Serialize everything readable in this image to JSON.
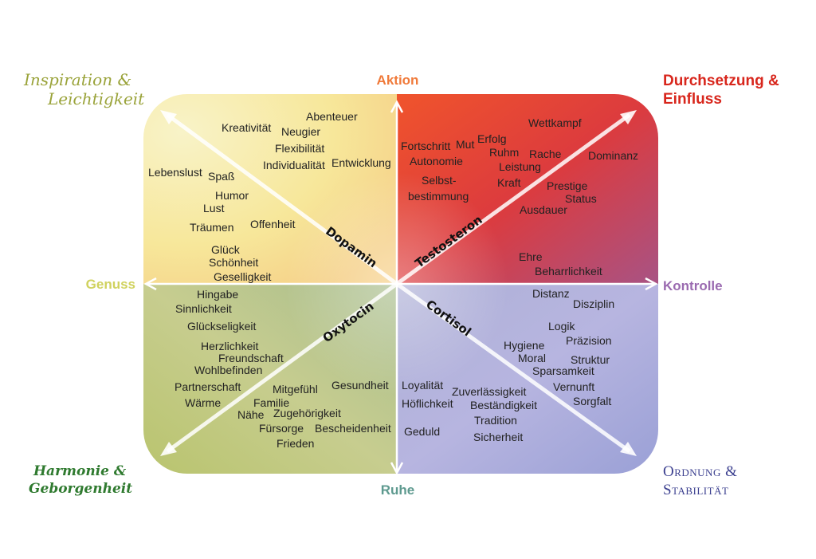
{
  "corners": {
    "top_left": [
      "Inspiration &",
      "Leichtigkeit"
    ],
    "top_right": [
      "Durchsetzung &",
      "Einfluss"
    ],
    "bottom_left": [
      "Harmonie &",
      "Geborgenheit"
    ],
    "bottom_right": [
      "Ordnung &",
      "Stabilität"
    ]
  },
  "axes": {
    "top": "Aktion",
    "bottom": "Ruhe",
    "left": "Genuss",
    "right": "Kontrolle"
  },
  "hormones": {
    "top_left": "Dopamin",
    "top_right": "Testosteron",
    "bottom_left": "Oxytocin",
    "bottom_right": "Cortisol"
  },
  "colors": {
    "tl_fill": "#f7e79a",
    "tr_fill": "#d9423a",
    "bl_fill": "#c4c77e",
    "br_fill": "#a6a8da",
    "axis_top": "#f07a3a",
    "axis_bottom": "#5e9a8f",
    "axis_left": "#d9da73",
    "axis_right": "#9a6ab0"
  },
  "words": [
    "Abenteuer",
    "Kreativität",
    "Neugier",
    "Flexibilität",
    "Individualität",
    "Entwicklung",
    "Lebenslust",
    "Spaß",
    "Humor",
    "Lust",
    "Träumen",
    "Offenheit",
    "Glück",
    "Schönheit",
    "Geselligkeit",
    "Wettkampf",
    "Fortschritt",
    "Mut",
    "Erfolg",
    "Ruhm",
    "Rache",
    "Dominanz",
    "Autonomie",
    "Leistung",
    "Selbst-",
    "bestimmung",
    "Kraft",
    "Prestige",
    "Status",
    "Ausdauer",
    "Ehre",
    "Beharrlichkeit",
    "Hingabe",
    "Sinnlichkeit",
    "Glückseligkeit",
    "Herzlichkeit",
    "Freundschaft",
    "Wohlbefinden",
    "Partnerschaft",
    "Wärme",
    "Mitgefühl",
    "Familie",
    "Nähe",
    "Zugehörigkeit",
    "Gesundheit",
    "Fürsorge",
    "Bescheidenheit",
    "Frieden",
    "Distanz",
    "Disziplin",
    "Logik",
    "Präzision",
    "Hygiene",
    "Moral",
    "Struktur",
    "Sparsamkeit",
    "Vernunft",
    "Sorgfalt",
    "Loyalität",
    "Zuverlässigkeit",
    "Höflichkeit",
    "Beständigkeit",
    "Tradition",
    "Geduld",
    "Sicherheit"
  ]
}
